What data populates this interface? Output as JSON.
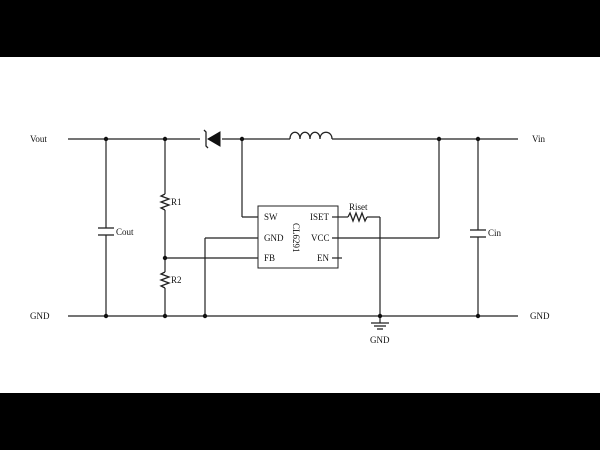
{
  "labels": {
    "vout": "Vout",
    "vin": "Vin",
    "gnd_left": "GND",
    "gnd_right": "GND",
    "gnd_bottom": "GND",
    "r1": "R1",
    "r2": "R2",
    "cout": "Cout",
    "cin": "Cin",
    "riset": "Riset"
  },
  "ic": {
    "name": "CL6291",
    "pins": {
      "sw": "SW",
      "gnd": "GND",
      "fb": "FB",
      "iset": "ISET",
      "vcc": "VCC",
      "en": "EN"
    }
  },
  "colors": {
    "background": "#ffffff",
    "letterbox": "#000000",
    "line": "#222222"
  },
  "icons": {
    "diode": "diode-icon",
    "inductor": "inductor-icon",
    "ground": "ground-icon"
  }
}
